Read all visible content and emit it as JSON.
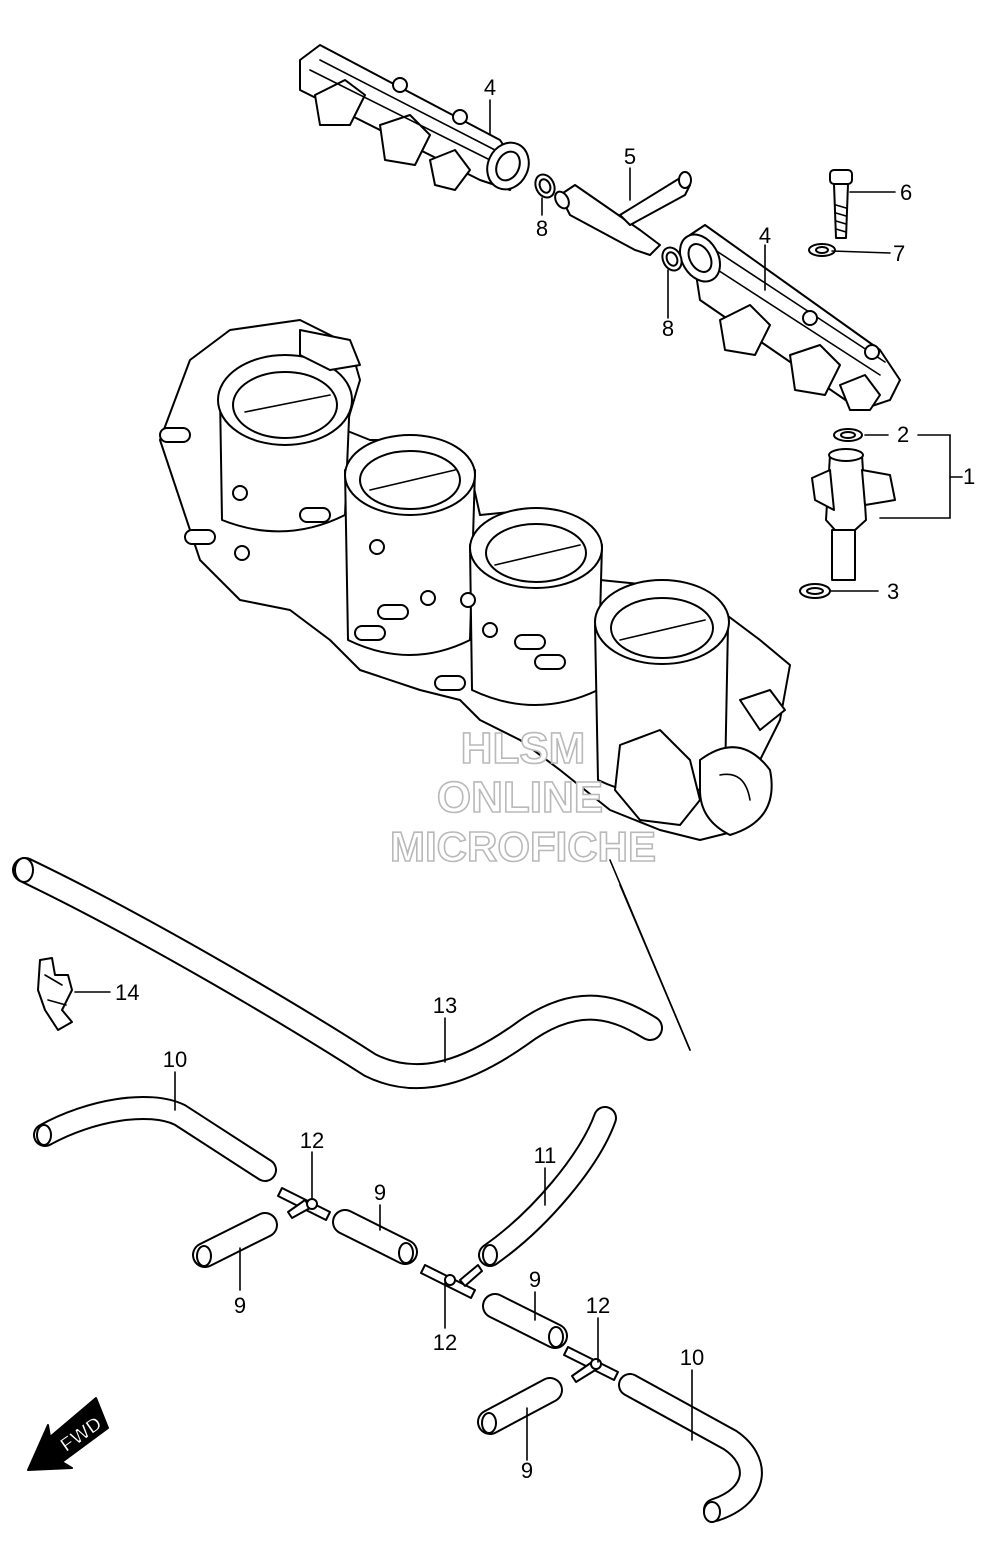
{
  "watermark": {
    "line1": "HLSM",
    "line2": "ONLINE",
    "line3": "MICROFICHE"
  },
  "fwd_label": "FWD",
  "callouts": [
    {
      "id": "c1",
      "text": "1"
    },
    {
      "id": "c2",
      "text": "2"
    },
    {
      "id": "c3",
      "text": "3"
    },
    {
      "id": "c4a",
      "text": "4"
    },
    {
      "id": "c4b",
      "text": "4"
    },
    {
      "id": "c5",
      "text": "5"
    },
    {
      "id": "c6",
      "text": "6"
    },
    {
      "id": "c7",
      "text": "7"
    },
    {
      "id": "c8a",
      "text": "8"
    },
    {
      "id": "c8b",
      "text": "8"
    },
    {
      "id": "c9a",
      "text": "9"
    },
    {
      "id": "c9b",
      "text": "9"
    },
    {
      "id": "c9c",
      "text": "9"
    },
    {
      "id": "c9d",
      "text": "9"
    },
    {
      "id": "c10a",
      "text": "10"
    },
    {
      "id": "c10b",
      "text": "10"
    },
    {
      "id": "c11",
      "text": "11"
    },
    {
      "id": "c12a",
      "text": "12"
    },
    {
      "id": "c12b",
      "text": "12"
    },
    {
      "id": "c12c",
      "text": "12"
    },
    {
      "id": "c13",
      "text": "13"
    },
    {
      "id": "c14",
      "text": "14"
    }
  ]
}
